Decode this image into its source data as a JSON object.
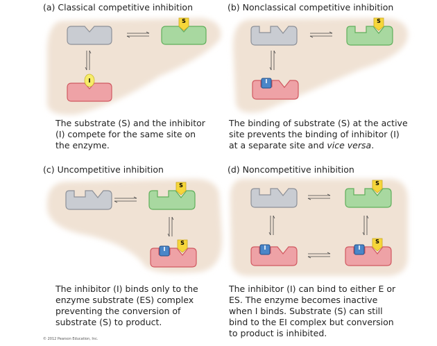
{
  "panels": [
    {
      "title": "(a) Classical competitive inhibition",
      "caption": "The substrate (S) and the inhibitor (I) compete for the same site on the enzyme."
    },
    {
      "title": "(b) Nonclassical competitive inhibition",
      "caption_parts": [
        "The binding of substrate (S) at the active site prevents the binding of inhibitor (I) at a separate site and ",
        "vice versa",
        "."
      ]
    },
    {
      "title": "(c) Uncompetitive inhibition",
      "caption": "The inhibitor (I) binds only to the enzyme substrate (ES) complex preventing the conversion of substrate (S) to product."
    },
    {
      "title": "(d) Noncompetitive inhibition",
      "caption": "The inhibitor (I) can bind to either E or ES. The enzyme becomes inactive when I binds. Substrate (S) can still bind to the EI complex but conversion to product is inhibited."
    }
  ],
  "labels": {
    "substrate": "S",
    "inhibitor": "I"
  },
  "colors": {
    "background": "#f0e2d4",
    "enzyme": "#c9ccd2",
    "es": "#a8d8a0",
    "ei": "#eea2a6",
    "substrate": "#f6d63a",
    "inhibitor": "#4a86c8"
  },
  "copyright": "© 2012 Pearson Education, Inc."
}
